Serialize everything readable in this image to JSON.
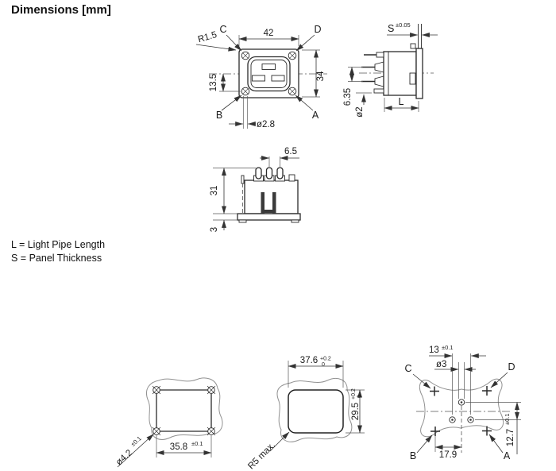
{
  "title": "Dimensions [mm]",
  "legend": {
    "light_pipe": "L = Light Pipe Length",
    "panel": "S = Panel Thickness"
  },
  "front_view": {
    "width": "42",
    "height": "34",
    "hole_offset": "13.5",
    "corner_radius": "R1.5",
    "screw_hole_dia": "ø2.8",
    "corner_a": "A",
    "corner_b": "B",
    "corner_c": "C",
    "corner_d": "D"
  },
  "side_view": {
    "panel_thickness": "S",
    "panel_thickness_tol": "±0.05",
    "terminal_spacing": "6.35",
    "light_pipe_dia": "ø2",
    "light_pipe_length": "L"
  },
  "top_view": {
    "pin_spacing": "6.5",
    "body_depth": "31",
    "flange_thickness": "3"
  },
  "cutout_left": {
    "hole_dia": "ø4.2",
    "hole_dia_tol": "±0.1",
    "hole_spacing": "35.8",
    "hole_spacing_tol": "±0.1"
  },
  "cutout_center": {
    "width": "37.6",
    "width_tol_plus": "+0.2",
    "width_tol_minus": "0",
    "height": "29.5",
    "height_tol_plus": "+0.2",
    "height_tol_minus": "0",
    "corner_radius": "R5 max."
  },
  "cutout_right": {
    "pin_hole_spacing": "13",
    "pin_hole_spacing_tol": "±0.1",
    "pin_hole_dia": "ø3",
    "horiz_offset": "17.9",
    "vert_offset": "12.7",
    "vert_offset_tol": "±0.1",
    "corner_a": "A",
    "corner_b": "B",
    "corner_c": "C",
    "corner_d": "D"
  }
}
